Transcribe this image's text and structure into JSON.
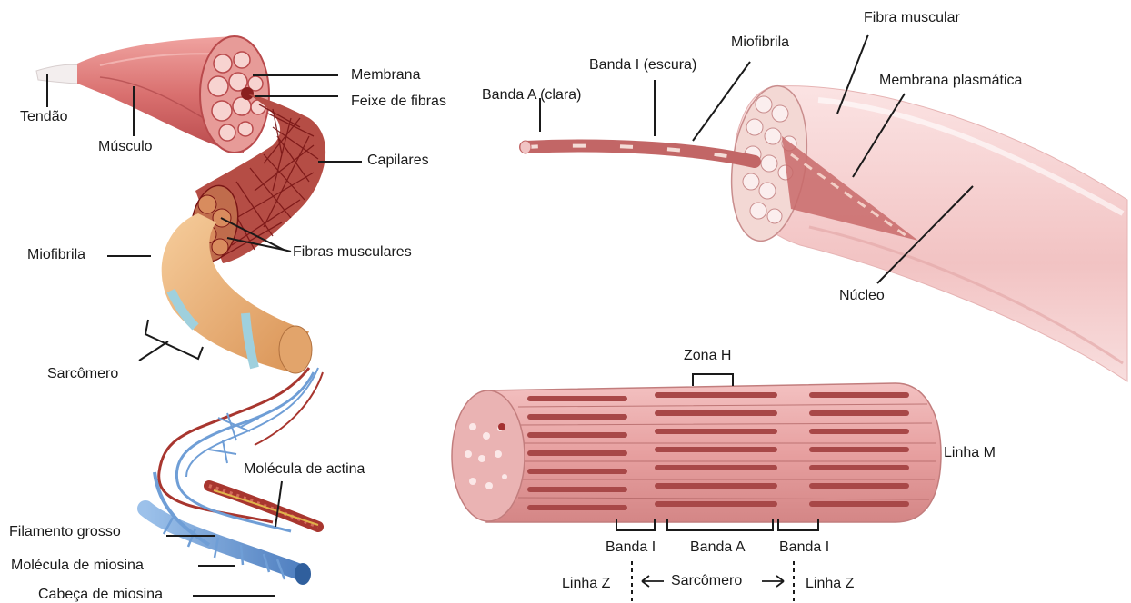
{
  "labels": {
    "tendao": "Tendão",
    "musculo": "Músculo",
    "membrana": "Membrana",
    "feixe": "Feixe de fibras",
    "capilares": "Capilares",
    "fibras_musculares": "Fibras musculares",
    "miofibrila_left": "Miofibrila",
    "sarcomero_left": "Sarcômero",
    "molecula_actina": "Molécula de actina",
    "filamento_grosso": "Filamento grosso",
    "molecula_miosina": "Molécula de miosina",
    "cabeca_miosina": "Cabeça de miosina",
    "banda_a_clara": "Banda A (clara)",
    "banda_i_escura": "Banda I (escura)",
    "miofibrila_top": "Miofibrila",
    "fibra_muscular": "Fibra muscular",
    "membrana_plasmatica": "Membrana plasmática",
    "nucleo": "Núcleo",
    "zona_h": "Zona H",
    "linha_m": "Linha M",
    "banda_i_1": "Banda I",
    "banda_a": "Banda A",
    "banda_i_2": "Banda I",
    "linha_z_1": "Linha Z",
    "sarcomero_bottom": "Sarcômero",
    "linha_z_2": "Linha Z"
  },
  "colors": {
    "muscle": "#d9706f",
    "muscle_dark": "#b94a4c",
    "capillary": "#8a1f1f",
    "myofibril": "#e8b07a",
    "band": "#9fd0dd",
    "myosin": "#6f9ed6",
    "actin": "#a8362f",
    "fiber_pink": "#f4c9c9",
    "sarcomere_bg": "#e8a3a3",
    "line": "#1a1a1a"
  }
}
